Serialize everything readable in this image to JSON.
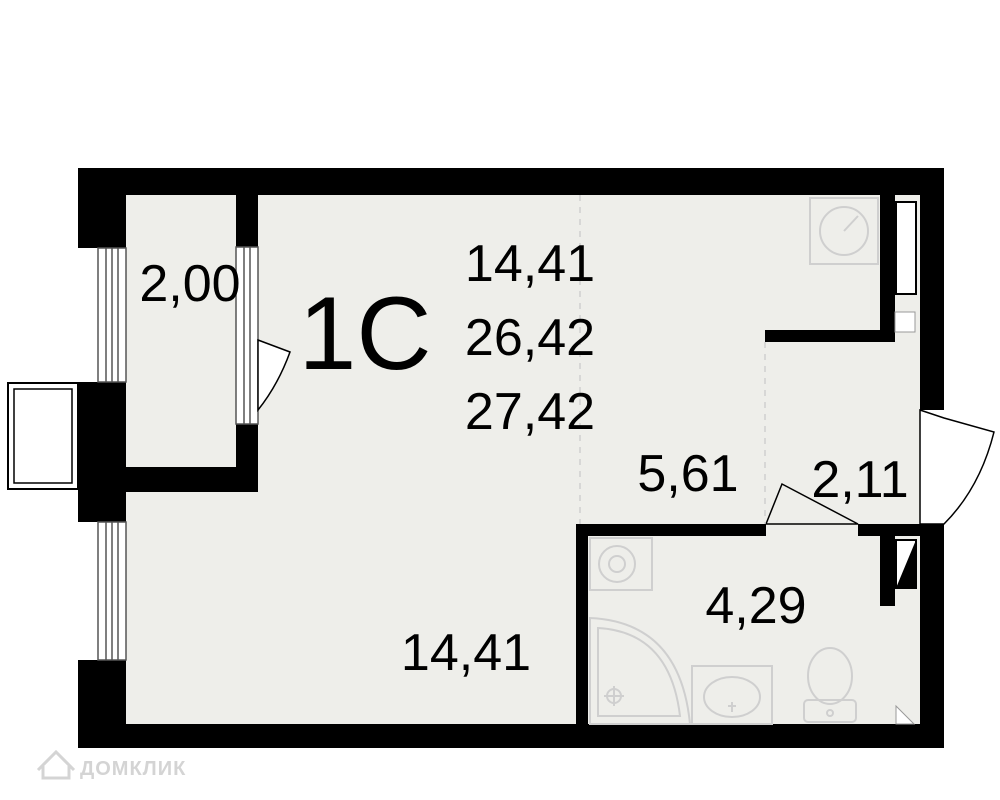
{
  "plan": {
    "apartment_type": "1С",
    "living_area": "14,41",
    "total_area_no_balcony": "26,42",
    "total_area": "27,42",
    "rooms": {
      "balcony": "2,00",
      "kitchen": "5,61",
      "hallway": "2,11",
      "bathroom": "4,29",
      "living_room": "14,41"
    }
  },
  "watermark": "ДОМКЛИК",
  "colors": {
    "wall": "#000000",
    "floor": "#eeeeea",
    "fixture": "#cfcfcf"
  }
}
